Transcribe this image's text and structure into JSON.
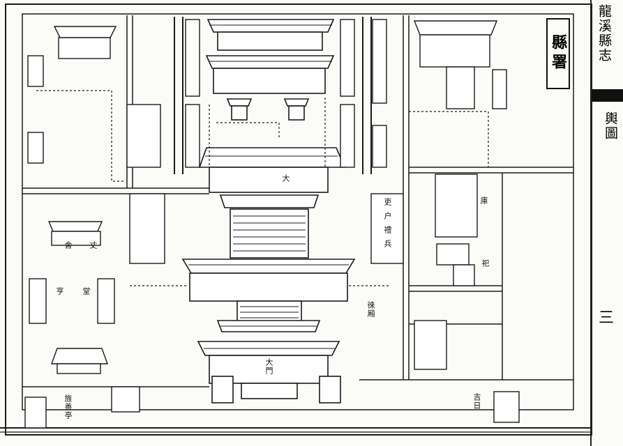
{
  "title": "縣署",
  "side_margin": {
    "book_title": "龍溪縣志",
    "section": "輿圖",
    "page_number": "三"
  },
  "labels": [
    {
      "id": "gate-big",
      "text": "大門"
    },
    {
      "id": "lbl-main-a",
      "text": "大"
    },
    {
      "id": "lbl-east-a",
      "text": "吏"
    },
    {
      "id": "lbl-east-b",
      "text": "户"
    },
    {
      "id": "lbl-east-c",
      "text": "禮"
    },
    {
      "id": "lbl-east-d",
      "text": "兵"
    },
    {
      "id": "lbl-west-a",
      "text": "舍"
    },
    {
      "id": "lbl-west-b",
      "text": "丈"
    },
    {
      "id": "lbl-west-c",
      "text": "亨"
    },
    {
      "id": "lbl-west-d",
      "text": "堂"
    },
    {
      "id": "lbl-road",
      "text": "徠厢"
    },
    {
      "id": "lbl-right-a",
      "text": "庫"
    },
    {
      "id": "lbl-right-b",
      "text": "祀"
    },
    {
      "id": "lbl-right-c",
      "text": "吉日"
    },
    {
      "id": "lbl-bottom-left",
      "text": "旌善亭"
    }
  ]
}
